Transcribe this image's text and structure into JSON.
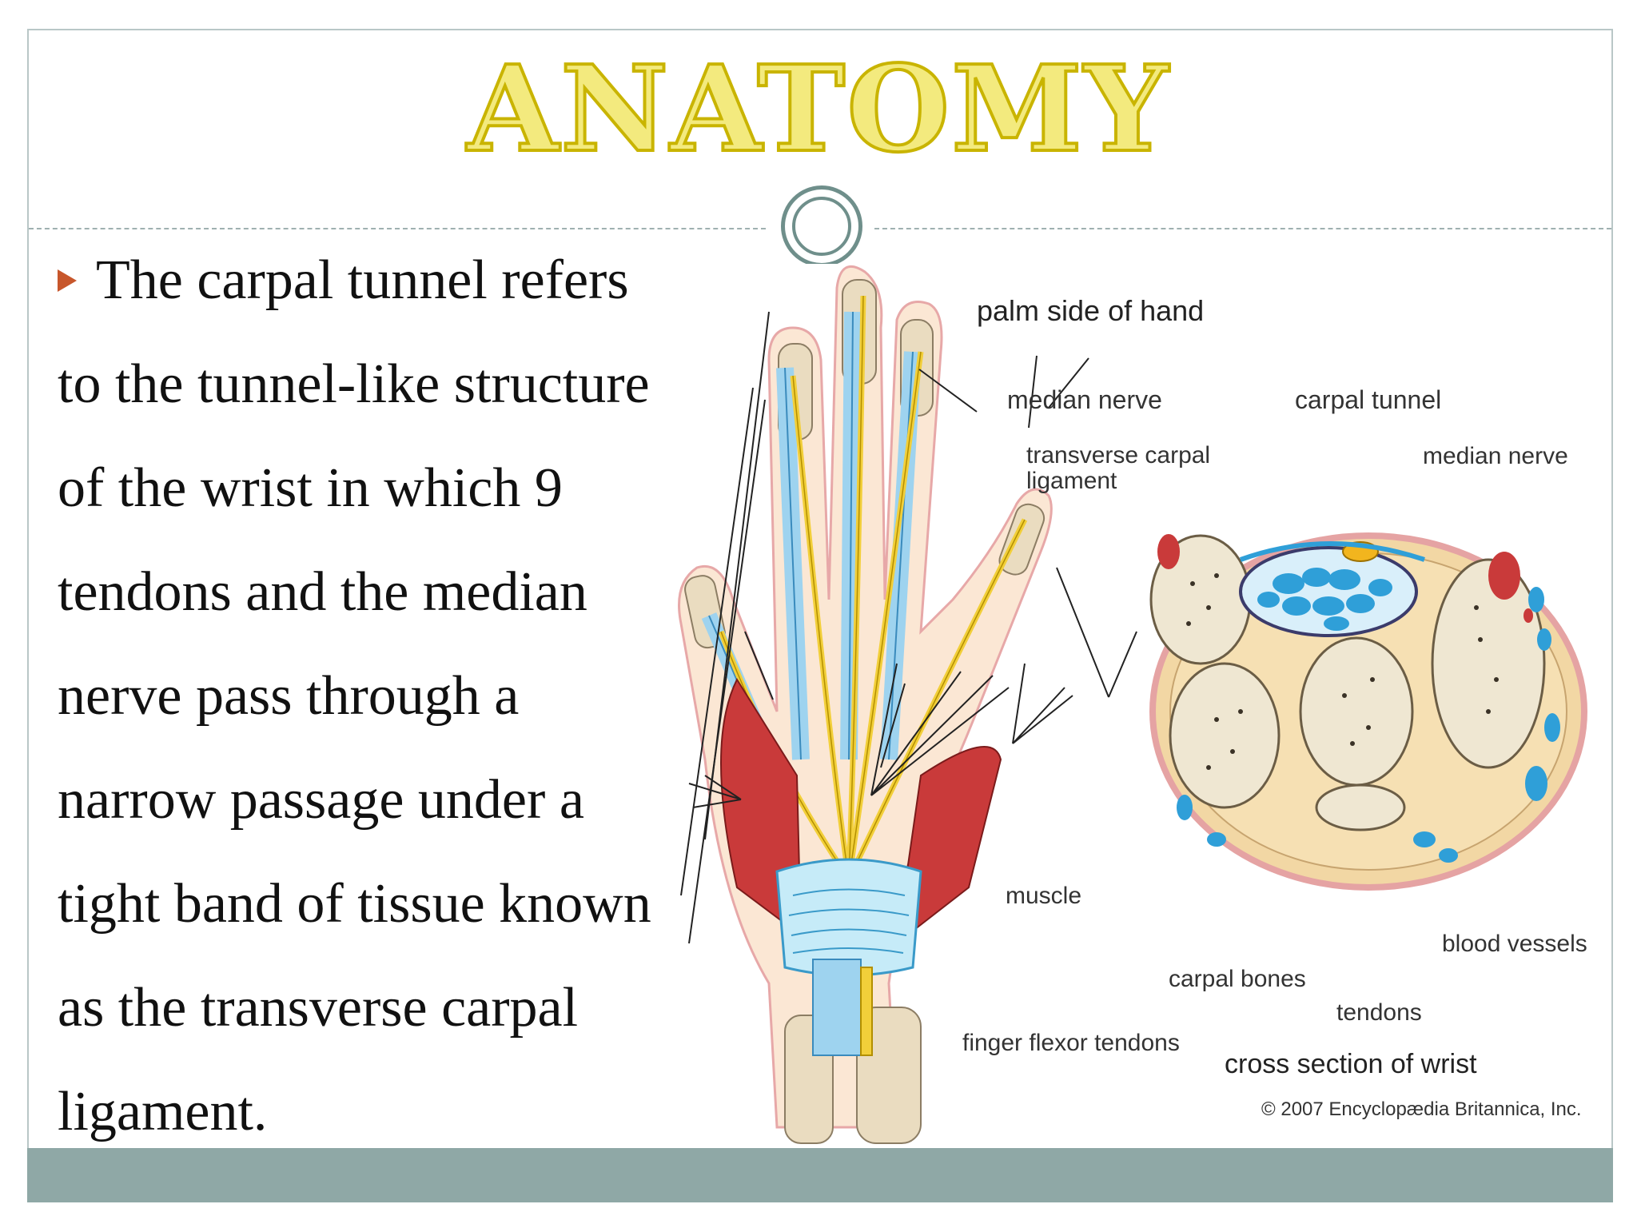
{
  "title": "ANATOMY",
  "body_lines": [
    "The carpal tunnel refers",
    "to the tunnel-like structure",
    "of the wrist in which 9",
    "tendons and the median",
    "nerve pass through a",
    "narrow passage under a",
    "tight band of tissue known",
    "as the transverse carpal",
    "ligament."
  ],
  "figure": {
    "labels": {
      "palm_side": "palm side of hand",
      "median_nerve_left": "median nerve",
      "transverse_carpal": "transverse carpal",
      "ligament": "ligament",
      "carpal_tunnel": "carpal tunnel",
      "median_nerve_right": "median nerve",
      "muscle": "muscle",
      "blood_vessels": "blood vessels",
      "carpal_bones": "carpal bones",
      "tendons": "tendons",
      "finger_flexor_tendons": "finger flexor tendons",
      "cross_section": "cross section of wrist",
      "copyright": "© 2007 Encyclopædia Britannica, Inc."
    }
  },
  "colors": {
    "title_fill": "#f3ea7e",
    "title_stroke": "#c9b400",
    "bullet": "#c7562b",
    "footer": "#8fa8a6",
    "divider": "#9fb1b1"
  }
}
